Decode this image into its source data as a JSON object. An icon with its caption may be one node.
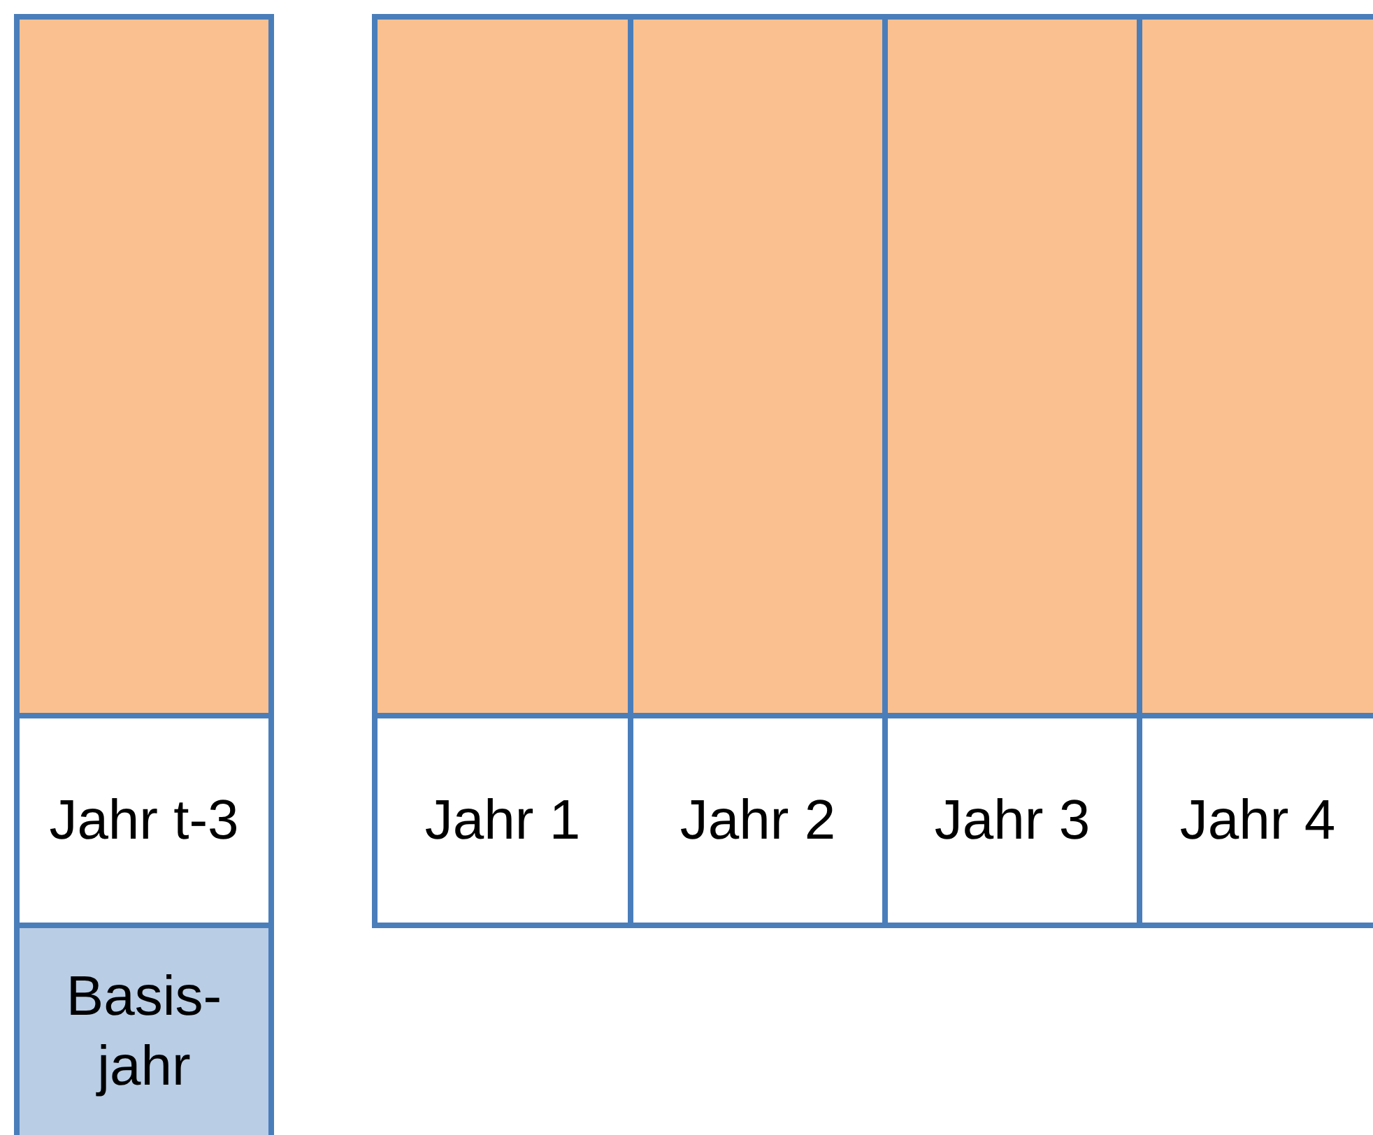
{
  "diagram": {
    "nodes": [
      {
        "text": [],
        "shape": "box"
      },
      {
        "text": [
          "Jahr t-3"
        ]
      },
      {
        "text": [
          "Basis- jahr"
        ]
      },
      {
        "text": [],
        "shape": "box"
      },
      {
        "text": [],
        "shape": "box"
      },
      {
        "text": [],
        "shape": "box"
      },
      {
        "text": [],
        "shape": "box"
      },
      {
        "text": [
          "Jahr 1"
        ]
      },
      {
        "text": [
          "Jahr 2"
        ]
      },
      {
        "text": [
          "Jahr 3"
        ]
      },
      {
        "text": [
          "Jahr 4"
        ]
      }
    ]
  }
}
